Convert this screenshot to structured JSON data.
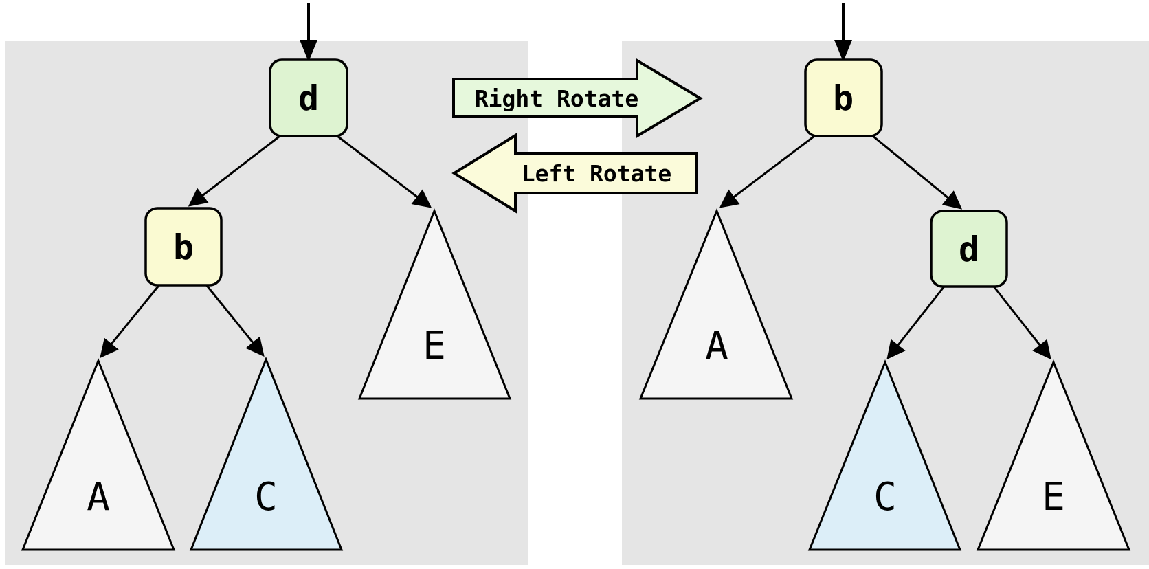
{
  "colors": {
    "panel_bg": "#e5e5e5",
    "stroke": "#000000",
    "node_d_fill": "#def3d1",
    "node_b_fill": "#fafad2",
    "subtree_plain_fill": "#f5f5f5",
    "subtree_highlight_fill": "#dceef8",
    "right_rotate_fill": "#e6f8dc",
    "left_rotate_fill": "#fbfbda"
  },
  "rotation_arrows": {
    "right_label": "Right Rotate",
    "left_label": "Left Rotate"
  },
  "left_tree": {
    "root": "d",
    "pivot_child": "b",
    "subtrees": {
      "a": "A",
      "c": "C",
      "e": "E"
    }
  },
  "right_tree": {
    "root": "b",
    "pivot_child": "d",
    "subtrees": {
      "a": "A",
      "c": "C",
      "e": "E"
    }
  }
}
